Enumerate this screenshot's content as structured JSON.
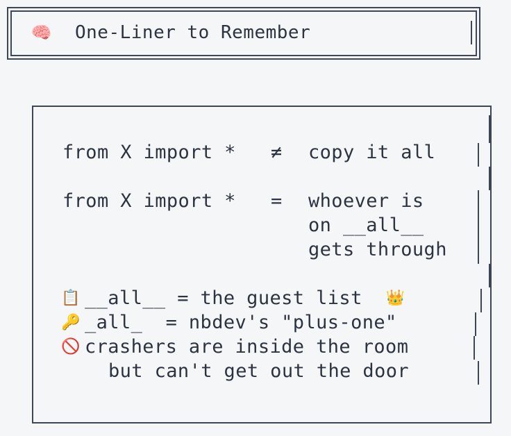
{
  "title": {
    "icon": "brain-icon",
    "icon_glyph": "🧠",
    "text": "One-Liner to Remember"
  },
  "comparison": [
    {
      "left": "from X import *",
      "operator": "≠",
      "right": [
        "copy it all"
      ]
    },
    {
      "left": "from X import *",
      "operator": "=",
      "right": [
        "whoever is",
        "on __all__",
        "gets through"
      ]
    }
  ],
  "notes": [
    {
      "icon": "clipboard-icon",
      "icon_glyph": "📋",
      "text": "__all__ = the guest list",
      "trailing_icon": "crown-icon",
      "trailing_glyph": "👑"
    },
    {
      "icon": "key-icon",
      "icon_glyph": "🔑",
      "text": "_all_  = nbdev's \"plus-one\""
    },
    {
      "icon": "no-entry-icon",
      "icon_glyph": "🚫",
      "text": "crashers are inside the room"
    },
    {
      "icon": "",
      "icon_glyph": "",
      "text": "but can't get out the door"
    }
  ],
  "colors": {
    "background": "#f5f6f8",
    "text": "#2b3440",
    "border": "#3d4654"
  }
}
